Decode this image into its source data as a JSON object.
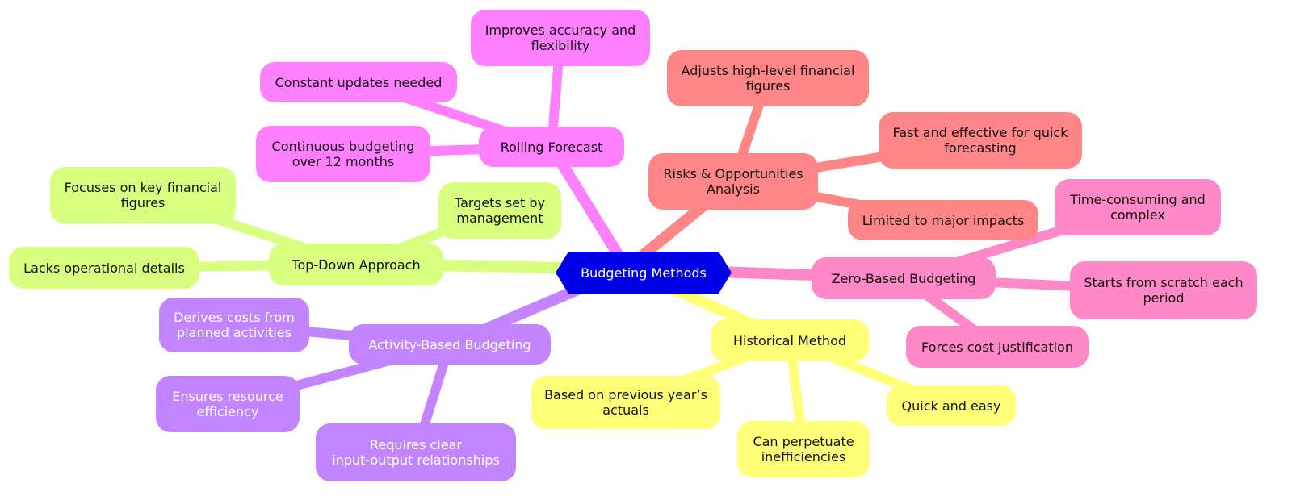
{
  "root": {
    "label": "Budgeting Methods",
    "color": "#0000e6"
  },
  "branches": [
    {
      "key": "rolling",
      "label": "Rolling Forecast",
      "color": "#ff80ff",
      "light": false,
      "children": [
        "Improves accuracy and\nflexibility",
        "Constant updates needed",
        "Continuous budgeting\nover 12 months"
      ]
    },
    {
      "key": "risks",
      "label": "Risks & Opportunities\nAnalysis",
      "color": "#ff8686",
      "light": false,
      "children": [
        "Adjusts high-level financial\nfigures",
        "Fast and effective for quick\nforecasting",
        "Limited to major impacts"
      ]
    },
    {
      "key": "zero",
      "label": "Zero-Based Budgeting",
      "color": "#ff88c8",
      "light": false,
      "children": [
        "Time-consuming and\ncomplex",
        "Starts from scratch each\nperiod",
        "Forces cost justification"
      ]
    },
    {
      "key": "historical",
      "label": "Historical Method",
      "color": "#ffff78",
      "light": false,
      "children": [
        "Based on previous year’s\nactuals",
        "Can perpetuate\ninefficiencies",
        "Quick and easy"
      ]
    },
    {
      "key": "activity",
      "label": "Activity-Based Budgeting",
      "color": "#c285ff",
      "light": true,
      "children": [
        "Derives costs from\nplanned activities",
        "Ensures resource\nefficiency",
        "Requires clear\ninput-output relationships"
      ]
    },
    {
      "key": "topdown",
      "label": "Top-Down Approach",
      "color": "#d8ff80",
      "light": false,
      "children": [
        "Focuses on key financial\nfigures",
        "Targets set by\nmanagement",
        "Lacks operational details"
      ]
    }
  ]
}
